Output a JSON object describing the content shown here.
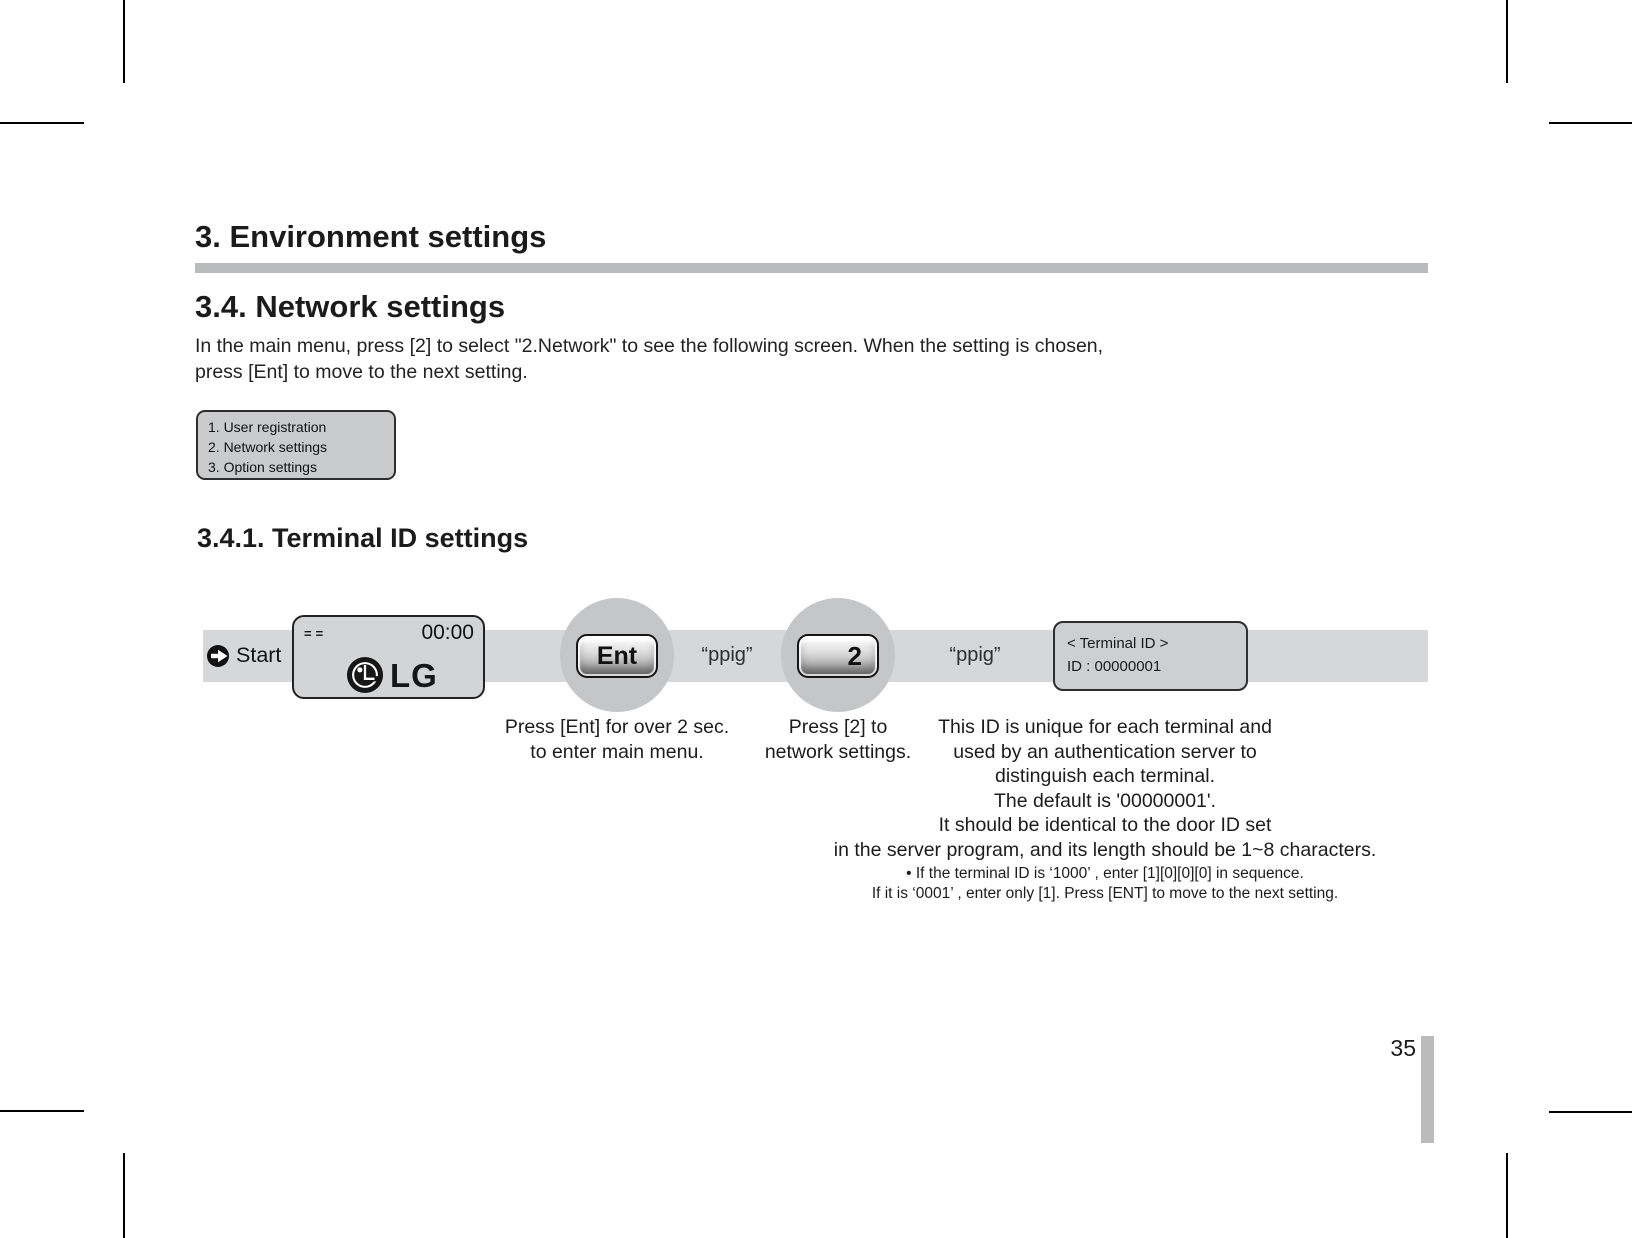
{
  "page": {
    "title": "3. Environment settings",
    "section_title": "3.4. Network settings",
    "intro": {
      "line1": "In the main menu, press [2] to select \"2.Network\" to see the following screen. When the setting is chosen,",
      "line2": "press [Ent] to move to the next setting."
    },
    "subsection_title": "3.4.1. Terminal ID settings",
    "page_number": "35"
  },
  "menu_screen": {
    "items": [
      "1. User registration",
      "2. Network settings",
      "3. Option settings"
    ]
  },
  "flow": {
    "start_label": "Start",
    "lcd_screen": {
      "status_left": "==",
      "time": "00:00",
      "brand": "LG"
    },
    "ent_key": "Ent",
    "beep_after_ent": "“ppig”",
    "key_2": "2",
    "beep_after_2": "“ppig”",
    "terminal_screen": {
      "line1": "< Terminal ID >",
      "line2": "ID : 00000001"
    },
    "captions": {
      "ent": [
        "Press [Ent] for over 2 sec.",
        "to enter main menu."
      ],
      "key2": [
        "Press [2] to",
        "network settings."
      ],
      "terminal": [
        "This ID is unique for each terminal and",
        "used by an authentication server to",
        "distinguish each terminal.",
        "The default is '00000001'.",
        "It should be identical to the door ID set",
        "in the server program, and its length should be 1~8 characters."
      ],
      "terminal_notes": [
        "• If the terminal ID is ‘1000’ , enter [1][0][0][0] in sequence.",
        "If it is ‘0001’ , enter only [1]. Press [ENT] to move to the next setting."
      ]
    }
  },
  "icons": {
    "start": "circle-arrow-right-icon",
    "brand": "lg-face-logo"
  },
  "colors": {
    "heading_bar": "#b9bbbd",
    "flow_band": "#d6d7d9",
    "key_circle": "#c4c6c8",
    "screen_fill": "#d2d4d6",
    "menu_fill": "#c9cbcd",
    "page_bar": "#b9bbbd",
    "text": "#1a1a1a"
  }
}
